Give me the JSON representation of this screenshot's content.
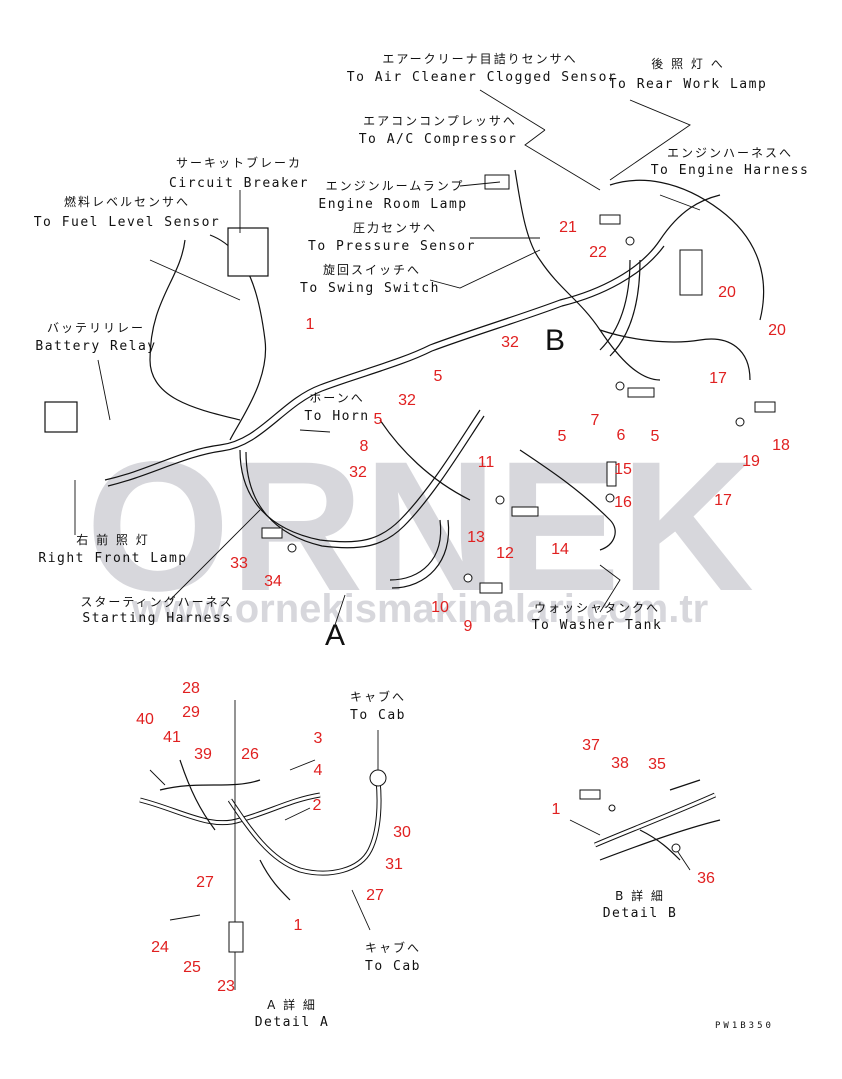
{
  "labels": {
    "air_cleaner": {
      "jp": "エアークリーナ目詰りセンサへ",
      "en": "To Air Cleaner Clogged Sensor"
    },
    "rear_work_lamp": {
      "jp": "後 照 灯 へ",
      "en": "To Rear Work Lamp"
    },
    "ac_compressor": {
      "jp": "エアコンコンプレッサへ",
      "en": "To A/C Compressor"
    },
    "engine_harness": {
      "jp": "エンジンハーネスへ",
      "en": "To Engine Harness"
    },
    "engine_room_lamp": {
      "jp": "エンジンルームランプ",
      "en": "Engine Room Lamp"
    },
    "circuit_breaker": {
      "jp": "サーキットブレーカ",
      "en": "Circuit Breaker"
    },
    "fuel_level_sensor": {
      "jp": "燃料レベルセンサへ",
      "en": "To Fuel Level Sensor"
    },
    "pressure_sensor": {
      "jp": "圧力センサへ",
      "en": "To Pressure Sensor"
    },
    "swing_switch": {
      "jp": "旋回スイッチへ",
      "en": "To Swing Switch"
    },
    "battery_relay": {
      "jp": "バッテリリレー",
      "en": "Battery Relay"
    },
    "horn": {
      "jp": "ホーンへ",
      "en": "To Horn"
    },
    "right_front_lamp": {
      "jp": "右 前 照 灯",
      "en": "Right Front Lamp"
    },
    "starting_harness": {
      "jp": "スターティングハーネス",
      "en": "Starting Harness"
    },
    "washer_tank": {
      "jp": "ウォッシャタンクへ",
      "en": "To Washer Tank"
    },
    "to_cab_top": {
      "jp": "キャブへ",
      "en": "To Cab"
    },
    "to_cab_bottom": {
      "jp": "キャブへ",
      "en": "To Cab"
    },
    "detail_a": {
      "jp": "A 詳 細",
      "en": "Detail A"
    },
    "detail_b": {
      "jp": "B 詳 細",
      "en": "Detail B"
    }
  },
  "view_markers": {
    "a": "A",
    "b": "B"
  },
  "drawing_code": "PW1B350",
  "watermark": {
    "brand": "ORNEK",
    "url": "www.ornekismakinalari.com.tr"
  },
  "part_numbers": {
    "main": [
      "1",
      "32",
      "5",
      "32",
      "5",
      "8",
      "11",
      "32",
      "13",
      "12",
      "10",
      "9",
      "33",
      "34",
      "14",
      "15",
      "16",
      "17",
      "17",
      "18",
      "19",
      "6",
      "7",
      "5",
      "5",
      "20",
      "20",
      "21",
      "22"
    ],
    "detail_a": [
      "28",
      "29",
      "40",
      "41",
      "39",
      "26",
      "3",
      "4",
      "2",
      "30",
      "31",
      "27",
      "27",
      "1",
      "24",
      "25",
      "23"
    ],
    "detail_b": [
      "37",
      "38",
      "35",
      "1",
      "36"
    ]
  },
  "colors": {
    "callout": "#e02020",
    "line": "#111111",
    "watermark": "#b8b8c0"
  }
}
